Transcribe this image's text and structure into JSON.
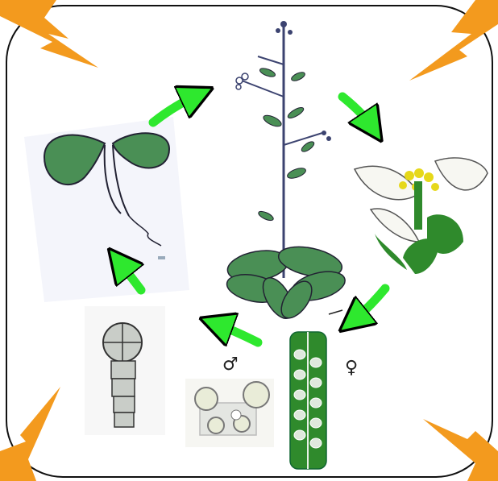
{
  "diagram": {
    "symbols": {
      "male": "♂",
      "female": "♀"
    },
    "stages": [
      "seedling",
      "adult-plant",
      "flower",
      "silique-with-ovules",
      "pollen-grains",
      "embryo"
    ],
    "colors": {
      "leaf_green": "#4a8f55",
      "arrow_green": "#2ee82e",
      "lightning_orange": "#f39a1e",
      "frame": "#111111",
      "stem": "#3c4370",
      "flower_petal": "#f7f7f2",
      "anther_yellow": "#e6d81a"
    }
  }
}
